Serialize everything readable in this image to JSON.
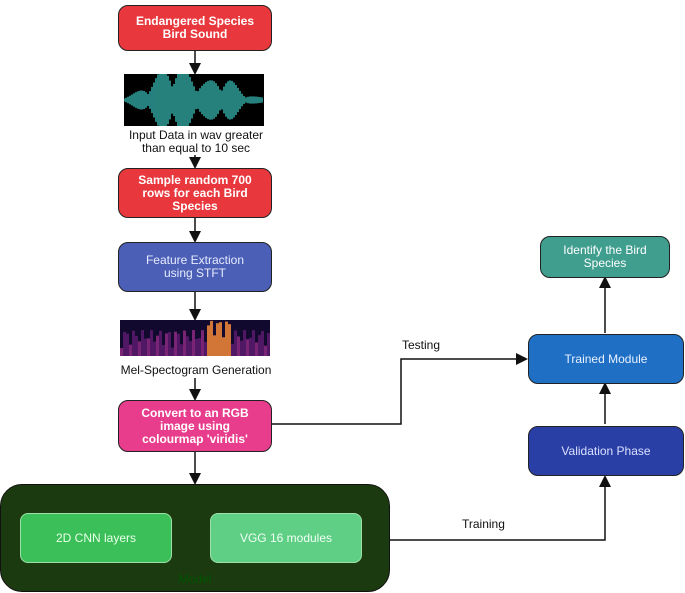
{
  "nodes": {
    "bird_sound": "Endangered Species\nBird Sound",
    "input_caption": "Input Data in wav greater\nthan equal to 10 sec",
    "sample": "Sample random 700\nrows for each Bird\nSpecies",
    "feature": "Feature Extraction\nusing STFT",
    "mel_caption": "Mel-Spectogram Generation",
    "convert": "Convert to an RGB\nimage using\ncolourmap 'viridis'",
    "cnn": "2D CNN layers",
    "vgg": "VGG 16 modules",
    "model": "Model",
    "validation": "Validation Phase",
    "trained": "Trained Module",
    "identify": "Identify the Bird\nSpecies"
  },
  "edges": {
    "testing": "Testing",
    "training": "Training"
  },
  "colors": {
    "red": "#e8383d",
    "blue": "#4a5fb5",
    "pink": "#e83d8c",
    "model_bg": "#1c3a10",
    "green": "#3bbf58",
    "teal": "#3f9e8e"
  }
}
